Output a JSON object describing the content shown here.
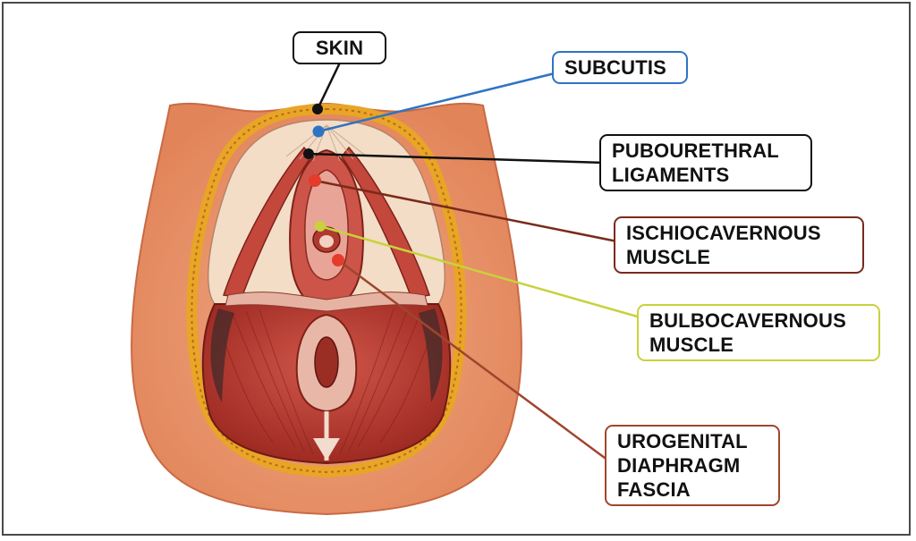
{
  "labels": {
    "skin": "SKIN",
    "subcutis": "SUBCUTIS",
    "pubourethral_ligaments": "PUBOURETHRAL\nLIGAMENTS",
    "ischiocavernous_muscle": "ISCHIOCAVERNOUS\nMUSCLE",
    "bulbocavernous_muscle": "BULBOCAVERNOUS\nMUSCLE",
    "urogenital_diaphragm_fascia": "UROGENITAL\nDIAPHRAGM\nFASCIA"
  },
  "colors": {
    "skin": "#111111",
    "subcutis": "#2f73c4",
    "pubourethral_ligaments": "#111111",
    "ischiocavernous_muscle": "#7a2a1a",
    "bulbocavernous_muscle": "#c8d23c",
    "urogenital_diaphragm_fascia": "#a0452e",
    "marker_red": "#e53b2a"
  }
}
